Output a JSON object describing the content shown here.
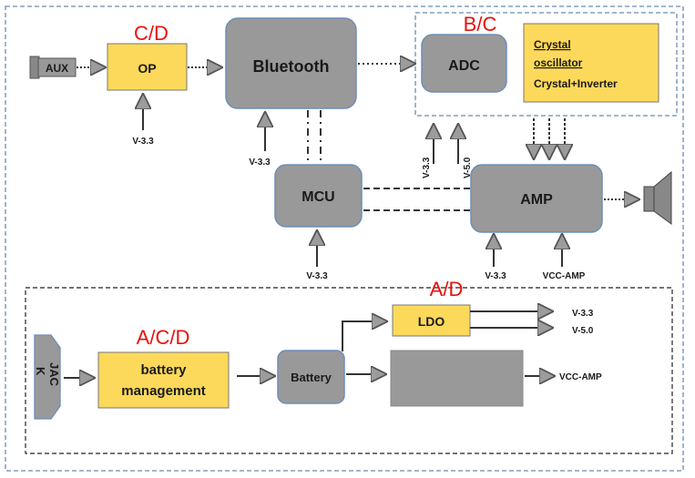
{
  "labels": {
    "group_cd": "C/D",
    "group_bc": "B/C",
    "group_ad": "A/D",
    "group_acd": "A/C/D"
  },
  "blocks": {
    "aux": "AUX",
    "op": "OP",
    "bluetooth": "Bluetooth",
    "adc": "ADC",
    "crystal_line1": "Crystal",
    "crystal_line2": "oscillator",
    "crystal_line3": "Crystal+Inverter",
    "mcu": "MCU",
    "amp": "AMP",
    "ldo": "LDO",
    "jack_line1": "JAC",
    "jack_line2": "K",
    "battery_mgmt_line1": "battery",
    "battery_mgmt_line2": "management",
    "battery": "Battery",
    "unlabeled_block": ""
  },
  "voltages": {
    "op_v33": "V-3.3",
    "bt_v33": "V-3.3",
    "mcu_v33": "V-3.3",
    "adc_v33": "V-3.3",
    "adc_v50": "V-5.0",
    "amp_v33": "V-3.3",
    "amp_vcc": "VCC-AMP",
    "ldo_out_v33": "V-3.3",
    "ldo_out_v50": "V-5.0",
    "vcc_amp_out": "VCC-AMP"
  },
  "colors": {
    "gray_block": "#999999",
    "yellow_block": "#fcd95a",
    "block_border": "#6d8db8",
    "dash_border": "#6b8bb0",
    "red_label": "#e8120c"
  }
}
